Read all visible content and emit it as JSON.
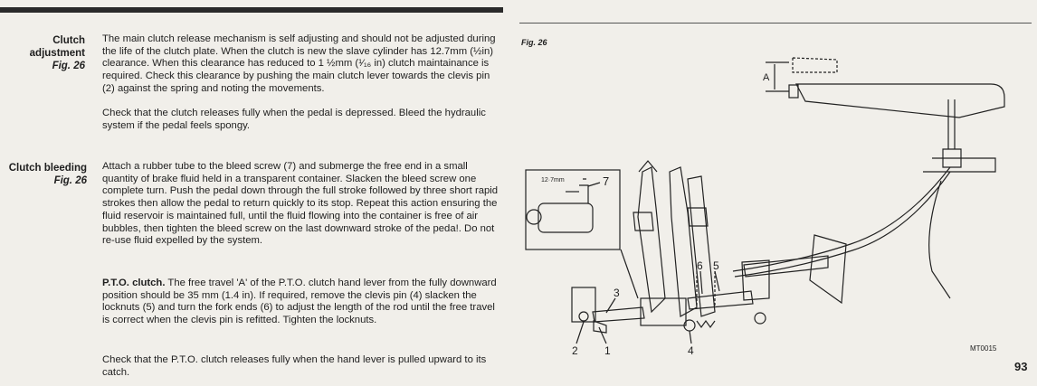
{
  "left": {
    "clutch_adjustment": {
      "heading": "Clutch adjustment",
      "fig": "Fig. 26",
      "para1": "The main clutch release mechanism is self adjusting and should not be adjusted during the life of the clutch plate. When the clutch is new the slave cylinder has 12.7mm (½in) clearance. When this clearance has reduced to 1 ½mm (¹⁄₁₆ in) clutch maintainance is required. Check this clearance by pushing the main clutch lever towards the clevis pin (2) against the spring and noting the movements.",
      "para2": "Check that the clutch releases fully when the pedal is depressed. Bleed the hydraulic system if the pedal feels spongy."
    },
    "clutch_bleeding": {
      "heading": "Clutch bleeding",
      "fig": "Fig. 26",
      "para1": "Attach a rubber tube to the bleed screw (7) and submerge the free end in a small quantity of brake fluid held in a transparent container. Slacken the bleed screw one complete turn. Push the pedal down through the full stroke followed by three short rapid strokes then allow the pedal to return quickly to its stop. Repeat this action ensuring the fluid reservoir is maintained full, until the fluid flowing into the container is free of air bubbles, then tighten the bleed screw on the last downward stroke of the peda!. Do not re-use fluid expelled by the system.",
      "pto_title": "P.T.O. clutch.",
      "pto_text": " The free travel 'A' of the P.T.O. clutch hand lever from the fully downward position should be 35 mm (1.4 in). If required, remove the clevis pin (4) slacken the locknuts (5) and turn the fork ends (6) to adjust the length of the rod until the free travel is correct when the clevis pin is refitted. Tighten the locknuts.",
      "para3": "Check that the P.T.O. clutch releases fully when the hand lever is pulled upward to its catch."
    }
  },
  "figure": {
    "label": "Fig. 26",
    "dim_a": "A",
    "inset_measure": "12·7mm",
    "callouts": [
      "2",
      "1",
      "3",
      "4",
      "5",
      "6",
      "7"
    ],
    "code": "MT0015"
  },
  "page_number": "93"
}
